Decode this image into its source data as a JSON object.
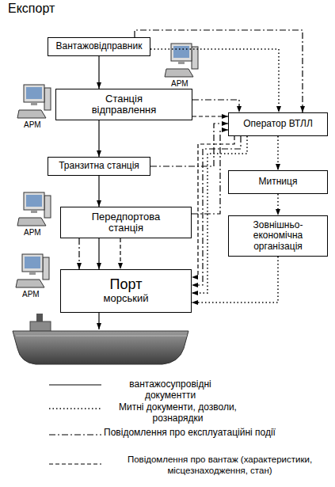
{
  "diagram": {
    "title": "Експорт",
    "nodes": [
      {
        "text": [
          "Вантажовідправник"
        ]
      },
      {
        "text": [
          "Станція відправлення"
        ]
      },
      {
        "text": [
          "Транзитна станція"
        ]
      },
      {
        "text": [
          "Передпортова станція"
        ]
      },
      {
        "text": [
          "Порт",
          "морський"
        ]
      },
      {
        "text": [
          "Оператор ВТЛЛ"
        ]
      },
      {
        "text": [
          "Митниця"
        ]
      },
      {
        "text": [
          "Зовнішньо-економічна організація"
        ]
      }
    ],
    "edges": [
      {
        "from": 0,
        "to": 1,
        "arrow": "to"
      },
      {
        "from": 1,
        "to": 2,
        "arrow": "to"
      },
      {
        "from": 2,
        "to": 3,
        "arrow": "to"
      },
      {
        "from": 3,
        "to": 4,
        "arrow": "to"
      },
      {
        "from": 3,
        "to": 4,
        "arrow": "to"
      },
      {
        "from": 3,
        "to": 4,
        "arrow": "to"
      },
      {
        "from": 0,
        "to": 5,
        "arrow": "to"
      },
      {
        "from": 0,
        "to": 5,
        "arrow": "to"
      },
      {
        "from": 1,
        "to": 5,
        "arrow": "to"
      },
      {
        "from": 1,
        "to": 5,
        "arrow": "to"
      },
      {
        "from": 2,
        "to": 5,
        "arrow": "to"
      },
      {
        "from": 3,
        "to": 5,
        "arrow": "to"
      },
      {
        "from": 5,
        "to": 6,
        "arrow": "to"
      },
      {
        "from": 6,
        "to": 7,
        "arrow": "to"
      },
      {
        "from": 5,
        "to": 4,
        "arrow": "to"
      },
      {
        "from": 5,
        "to": 4,
        "arrow": "to"
      },
      {
        "from": 5,
        "to": 4,
        "arrow": "to"
      },
      {
        "from": 7,
        "to": 4,
        "arrow": "to"
      }
    ],
    "labels": [
      "АРМ",
      "АРМ",
      "АРМ",
      "АРМ"
    ],
    "legend": [
      {
        "text": "вантажосупровідні документти"
      },
      {
        "text": "Митні документи, дозволи, рознарядки"
      },
      {
        "text": "Повідомлення про експлуатаційні події"
      },
      {
        "text": "Повідомлення про вантаж (характеристики, місцезнаходження, стан)"
      }
    ]
  }
}
